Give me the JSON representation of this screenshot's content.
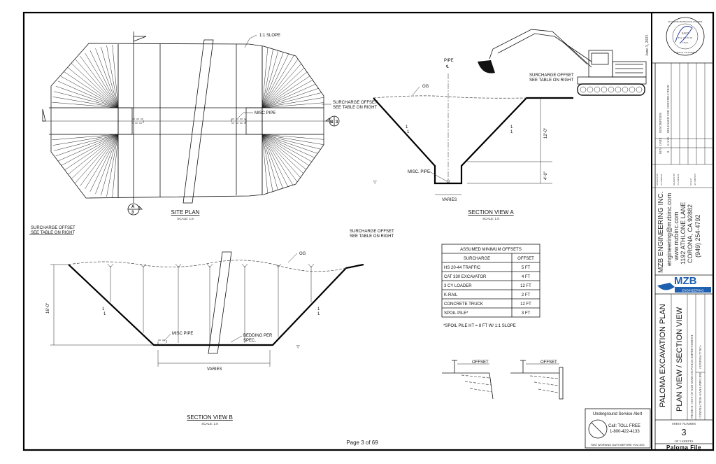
{
  "viewer": {
    "page_label": "Page 3 of 69"
  },
  "date_stamp": "June 3, 2025",
  "site_plan": {
    "title": "SITE PLAN",
    "scale": "SCALE: 1:8",
    "slope_note": "1:1 SLOPE",
    "pipe_note": "MISC PIPE",
    "section_a": {
      "letter": "A",
      "sheet": "3"
    },
    "section_b": {
      "letter": "B",
      "sheet": "3"
    }
  },
  "section_a": {
    "title": "SECTION VIEW A",
    "scale": "SCALE: 1:8",
    "pipe_label": "PIPE",
    "centerline": "℄",
    "og": "OG",
    "surcharge_left": [
      "SURCHARGE OFFSET",
      "SEE TABLE ON RIGHT"
    ],
    "surcharge_right": [
      "SURCHARGE OFFSET",
      "SEE TABLE ON RIGHT"
    ],
    "slope_left": [
      "1",
      "1"
    ],
    "slope_right": [
      "1",
      "1"
    ],
    "dim_upper": "12'-0\"",
    "dim_lower": "4'-0\"",
    "pipe_note": "MISC. PIPE",
    "varies": "VARIES"
  },
  "section_b": {
    "title": "SECTION VIEW B",
    "scale": "SCALE: 1:8",
    "og": "OG",
    "surcharge_left": [
      "SURCHARGE OFFSET",
      "SEE TABLE ON RIGHT"
    ],
    "surcharge_right": [
      "SURCHARGE OFFSET",
      "SEE TABLE ON RIGHT"
    ],
    "depth": "16'-0\"",
    "slope_left": [
      "1",
      "1"
    ],
    "slope_right": [
      "1",
      "1"
    ],
    "pipe_note": "MISC PIPE",
    "bedding_note": [
      "BEDDING PER",
      "SPEC."
    ],
    "varies": "VARIES"
  },
  "offsets_table": {
    "title": "ASSUMED MINIMUM OFFSETS",
    "headers": [
      "SURCHARGE",
      "OFFSET"
    ],
    "rows": [
      [
        "HS 20-44 TRAFFIC",
        "5 FT"
      ],
      [
        "CAT 330 EXCAVATOR",
        "4 FT"
      ],
      [
        "3 CY LOADER",
        "12 FT"
      ],
      [
        "K-RAIL",
        "2 FT"
      ],
      [
        "CONCRETE TRUCK",
        "12 FT"
      ],
      [
        "SPOIL PILE*",
        "3 FT"
      ]
    ],
    "footnote": "*SPOIL PILE HT = 8 FT W/ 1:1 SLOPE"
  },
  "details": {
    "offset_left": "OFFSET",
    "offset_right": "OFFSET"
  },
  "usa_alert": {
    "title": "Underground Service Alert",
    "call": "Call: TOLL FREE",
    "phone": "1-800-422-4133",
    "footer": "TWO WORKING DAYS BEFORE YOU DIG"
  },
  "title_block": {
    "seal": {
      "top": "REGISTERED PROFESSIONAL ENGINEER",
      "number": "84327",
      "exp": "Exp. 06-30-26",
      "type": "CIVIL",
      "state": "STATE OF CALIFORNIA"
    },
    "revision": {
      "headers": [
        "REV",
        "DATE",
        "DESCRIPTION"
      ],
      "rows": [
        [
          "0",
          "6-3-25",
          "RELEASED FOR CONSTRUCTION"
        ]
      ]
    },
    "design_by": [
      "DESIGN BY:",
      "S.CANNON"
    ],
    "drawn_by": [
      "DRAWN BY:",
      "S.CANNON"
    ],
    "scale": [
      "SCALE:",
      "AS SHOWN"
    ],
    "company": {
      "name": "MZB ENGINEERING INC.",
      "email": "engineering@mzbinc.com",
      "web": "www.mzbinc.com",
      "address": "1192 ATHLONE LANE",
      "city": "CORONA, CA 92882",
      "phone": "(949) 254-4792"
    },
    "logo": {
      "text": "MZB",
      "sub": "ENGINEERING"
    },
    "project_title": "PALOMA EXCAVATION PLAN",
    "sheet_title": "PLAN VIEW / SECTION VIEW",
    "project": "PROJECT:  CITY OF SAN MARCOS PUBLIC IMPROVEMENT",
    "contractor": "CONTRACTOR: KANA PIPELINE",
    "contract_no": "CONTRACT NO.:",
    "sheet_number_label": "SHEET NUMBER",
    "sheet_number": "3",
    "sheets_of": "OF  3  SHEETS",
    "file": "Paloma File"
  },
  "colors": {
    "logo_blue": "#1f5fb0",
    "line": "#111111"
  }
}
